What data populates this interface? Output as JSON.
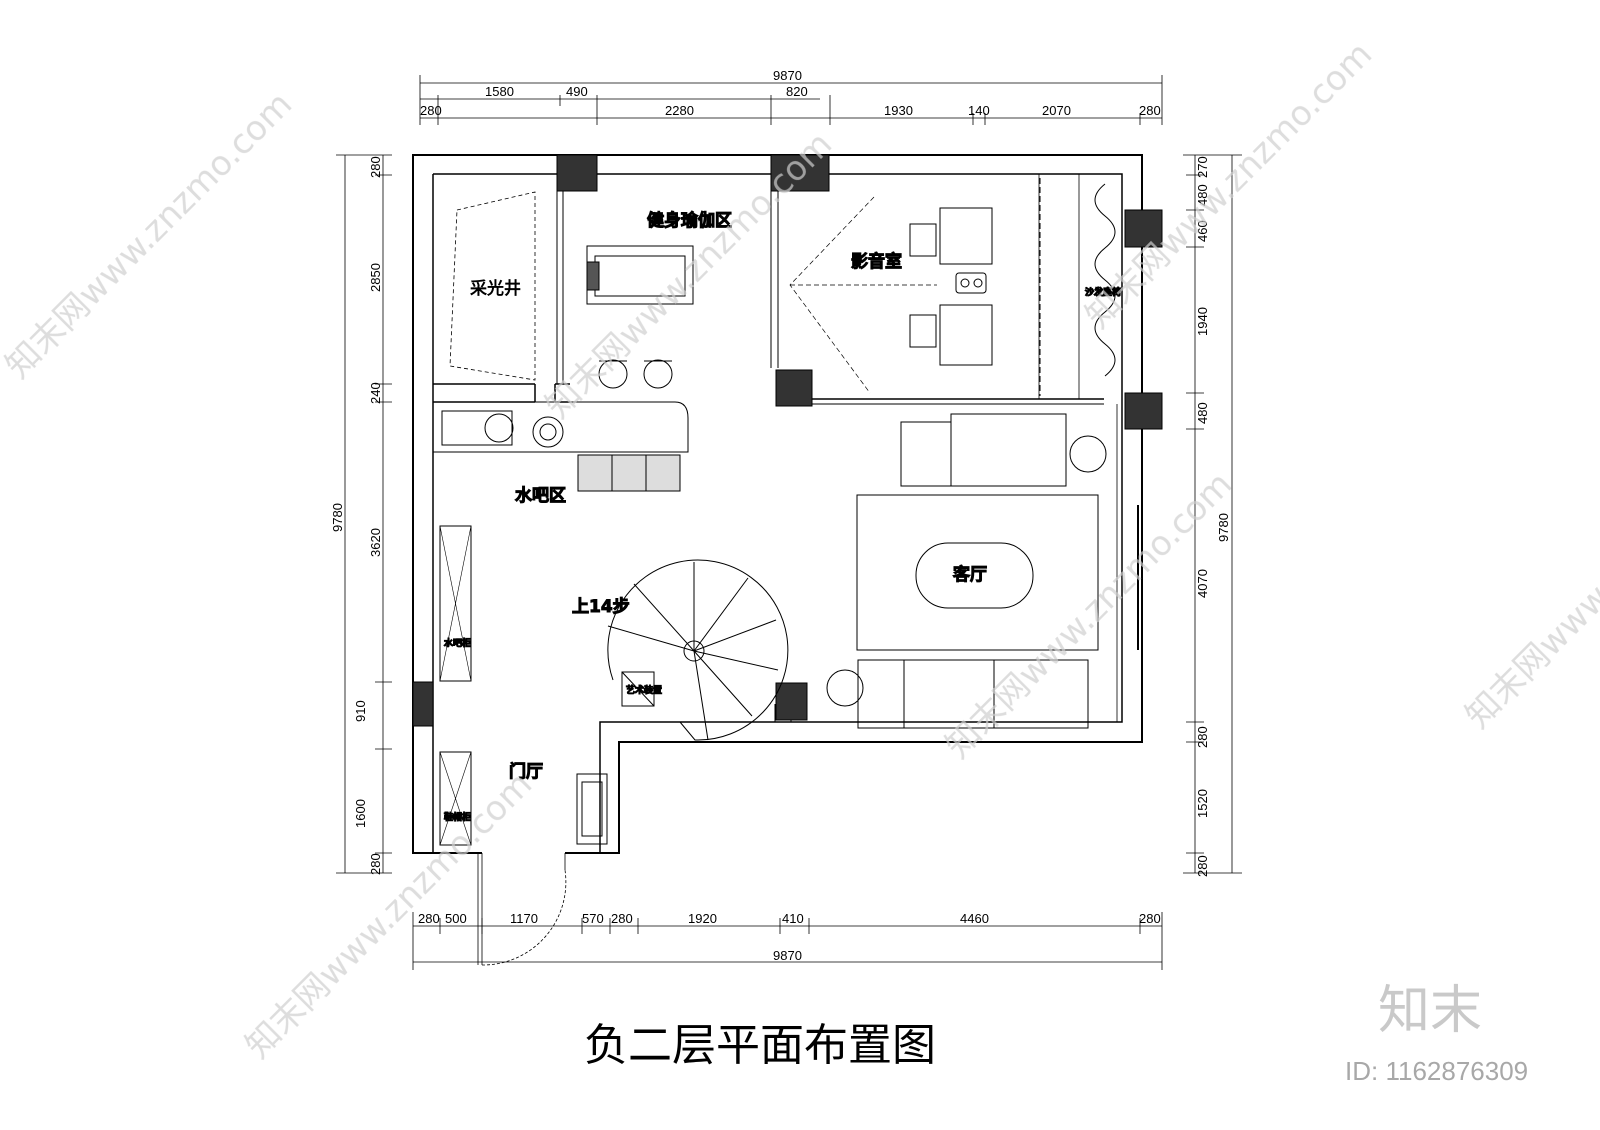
{
  "drawing": {
    "title": "负二层平面布置图",
    "rooms": {
      "light_well": "采光井",
      "gym": "健身瑜伽区",
      "theater": "影音室",
      "sofa_seats": "沙发座椅",
      "water_bar": "水吧区",
      "living": "客厅",
      "stairs": "上14步",
      "water_cabinet": "水吧柜",
      "art_piece": "艺术装置",
      "foyer": "门厅",
      "shoe_cabinet": "鞋帽柜"
    },
    "dims_top": {
      "overall": "9870",
      "upper": [
        "1580",
        "490",
        "820"
      ],
      "lower": [
        "280",
        "2280",
        "1930",
        "140",
        "2070",
        "280"
      ]
    },
    "dims_bottom": {
      "parts": [
        "280",
        "500",
        "1170",
        "570",
        "280",
        "1920",
        "410",
        "4460",
        "280"
      ],
      "overall": "9870"
    },
    "dims_left": {
      "overall": "9780",
      "parts": [
        "280",
        "2850",
        "240",
        "3620",
        "910",
        "1600",
        "280"
      ]
    },
    "dims_right": {
      "overall": "9780",
      "parts": [
        "480",
        "270",
        "460",
        "1940",
        "480",
        "4070",
        "280",
        "1520",
        "280"
      ]
    }
  },
  "watermark": {
    "text": "知末网www.znzmo.com",
    "logo": "知末",
    "id": "ID: 1162876309"
  }
}
